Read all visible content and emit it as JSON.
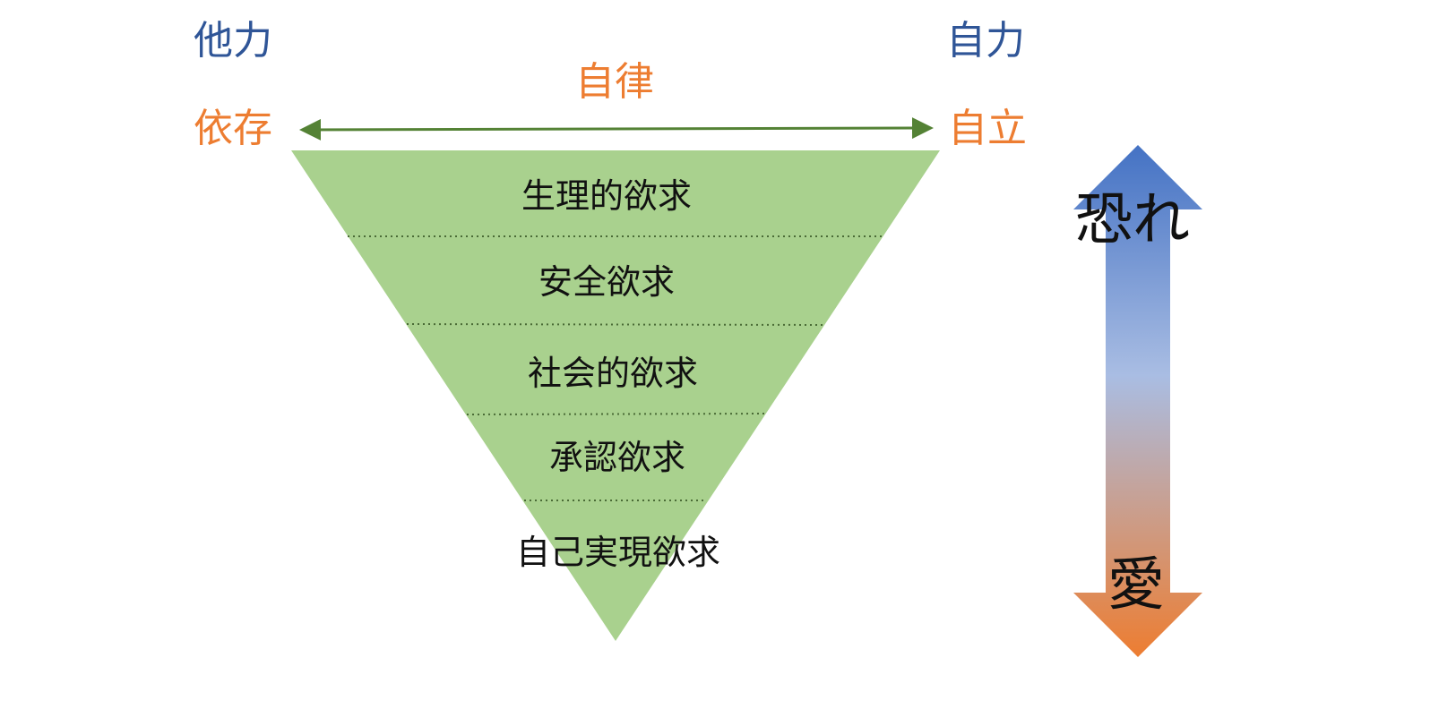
{
  "labels": {
    "top_left": "他力",
    "top_right": "自力",
    "center_top": "自律",
    "left": "依存",
    "right": "自立"
  },
  "levels": [
    "生理的欲求",
    "安全欲求",
    "社会的欲求",
    "承認欲求",
    "自己実現欲求"
  ],
  "scale": {
    "top": "恐れ",
    "bottom": "愛"
  },
  "colors": {
    "triangle": "#a9d18e",
    "arrow_green": "#548235",
    "label_blue": "#2f5597",
    "label_orange": "#ed7d31",
    "scale_top": "#4472c4",
    "scale_mid": "#a9bde3",
    "scale_bottom": "#ed7d31"
  }
}
